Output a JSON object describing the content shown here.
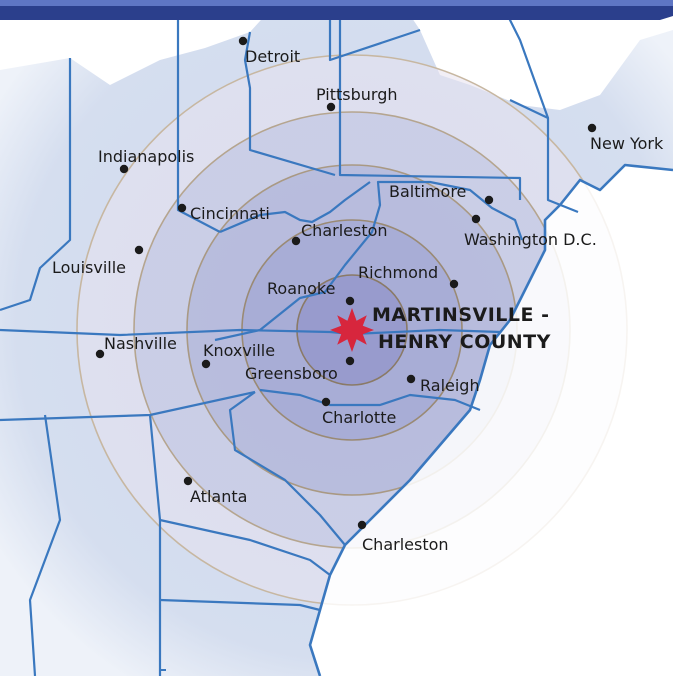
{
  "colors": {
    "land": "#cfd9ee",
    "ring_outer": "#e7e1ef",
    "ring_line": "#c7b7a1",
    "border": "#3a78bf",
    "title_bar": "#2b3f8c",
    "star": "#d7263d",
    "city_dot": "#1b1b1b"
  },
  "center": {
    "title_line1": "MARTINSVILLE -",
    "title_line2": "HENRY COUNTY",
    "marker_icon": "star-icon"
  },
  "cities": [
    {
      "id": "detroit",
      "label": "Detroit"
    },
    {
      "id": "pittsburgh",
      "label": "Pittsburgh"
    },
    {
      "id": "new-york",
      "label": "New York"
    },
    {
      "id": "indianapolis",
      "label": "Indianapolis"
    },
    {
      "id": "baltimore",
      "label": "Baltimore"
    },
    {
      "id": "cincinnati",
      "label": "Cincinnati"
    },
    {
      "id": "charleston-wv",
      "label": "Charleston"
    },
    {
      "id": "washington-dc",
      "label": "Washington D.C."
    },
    {
      "id": "louisville",
      "label": "Louisville"
    },
    {
      "id": "richmond",
      "label": "Richmond"
    },
    {
      "id": "roanoke",
      "label": "Roanoke"
    },
    {
      "id": "nashville",
      "label": "Nashville"
    },
    {
      "id": "knoxville",
      "label": "Knoxville"
    },
    {
      "id": "greensboro",
      "label": "Greensboro"
    },
    {
      "id": "raleigh",
      "label": "Raleigh"
    },
    {
      "id": "charlotte",
      "label": "Charlotte"
    },
    {
      "id": "atlanta",
      "label": "Atlanta"
    },
    {
      "id": "charleston-sc",
      "label": "Charleston"
    }
  ]
}
